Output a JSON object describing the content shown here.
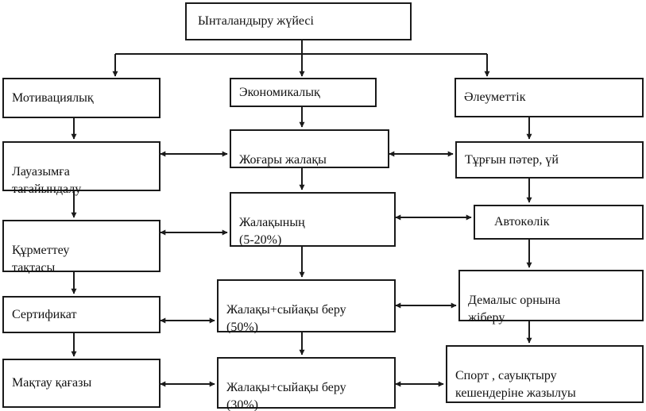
{
  "diagram": {
    "root": "Ынталандыру жүйесі",
    "columns": [
      {
        "header": "Мотивациялық",
        "items": [
          "Лауазымға\nтағайындалу",
          "Құрметтеу\nтақтасы",
          "Сертификат",
          "Мақтау қағазы"
        ]
      },
      {
        "header": "Экономикалық",
        "items": [
          "Жоғары жалақы",
          "Жалақының\n(5-20%)",
          "Жалақы+сыйақы беру\n(50%)",
          "Жалақы+сыйақы беру\n(30%)"
        ]
      },
      {
        "header": "Әлеуметтік",
        "items": [
          "Тұрғын пәтер, үй",
          "Автокөлік",
          "Демалыс орнына\nжіберу",
          "Спорт , сауықтыру\nкешендеріне жазылуы"
        ]
      }
    ]
  }
}
